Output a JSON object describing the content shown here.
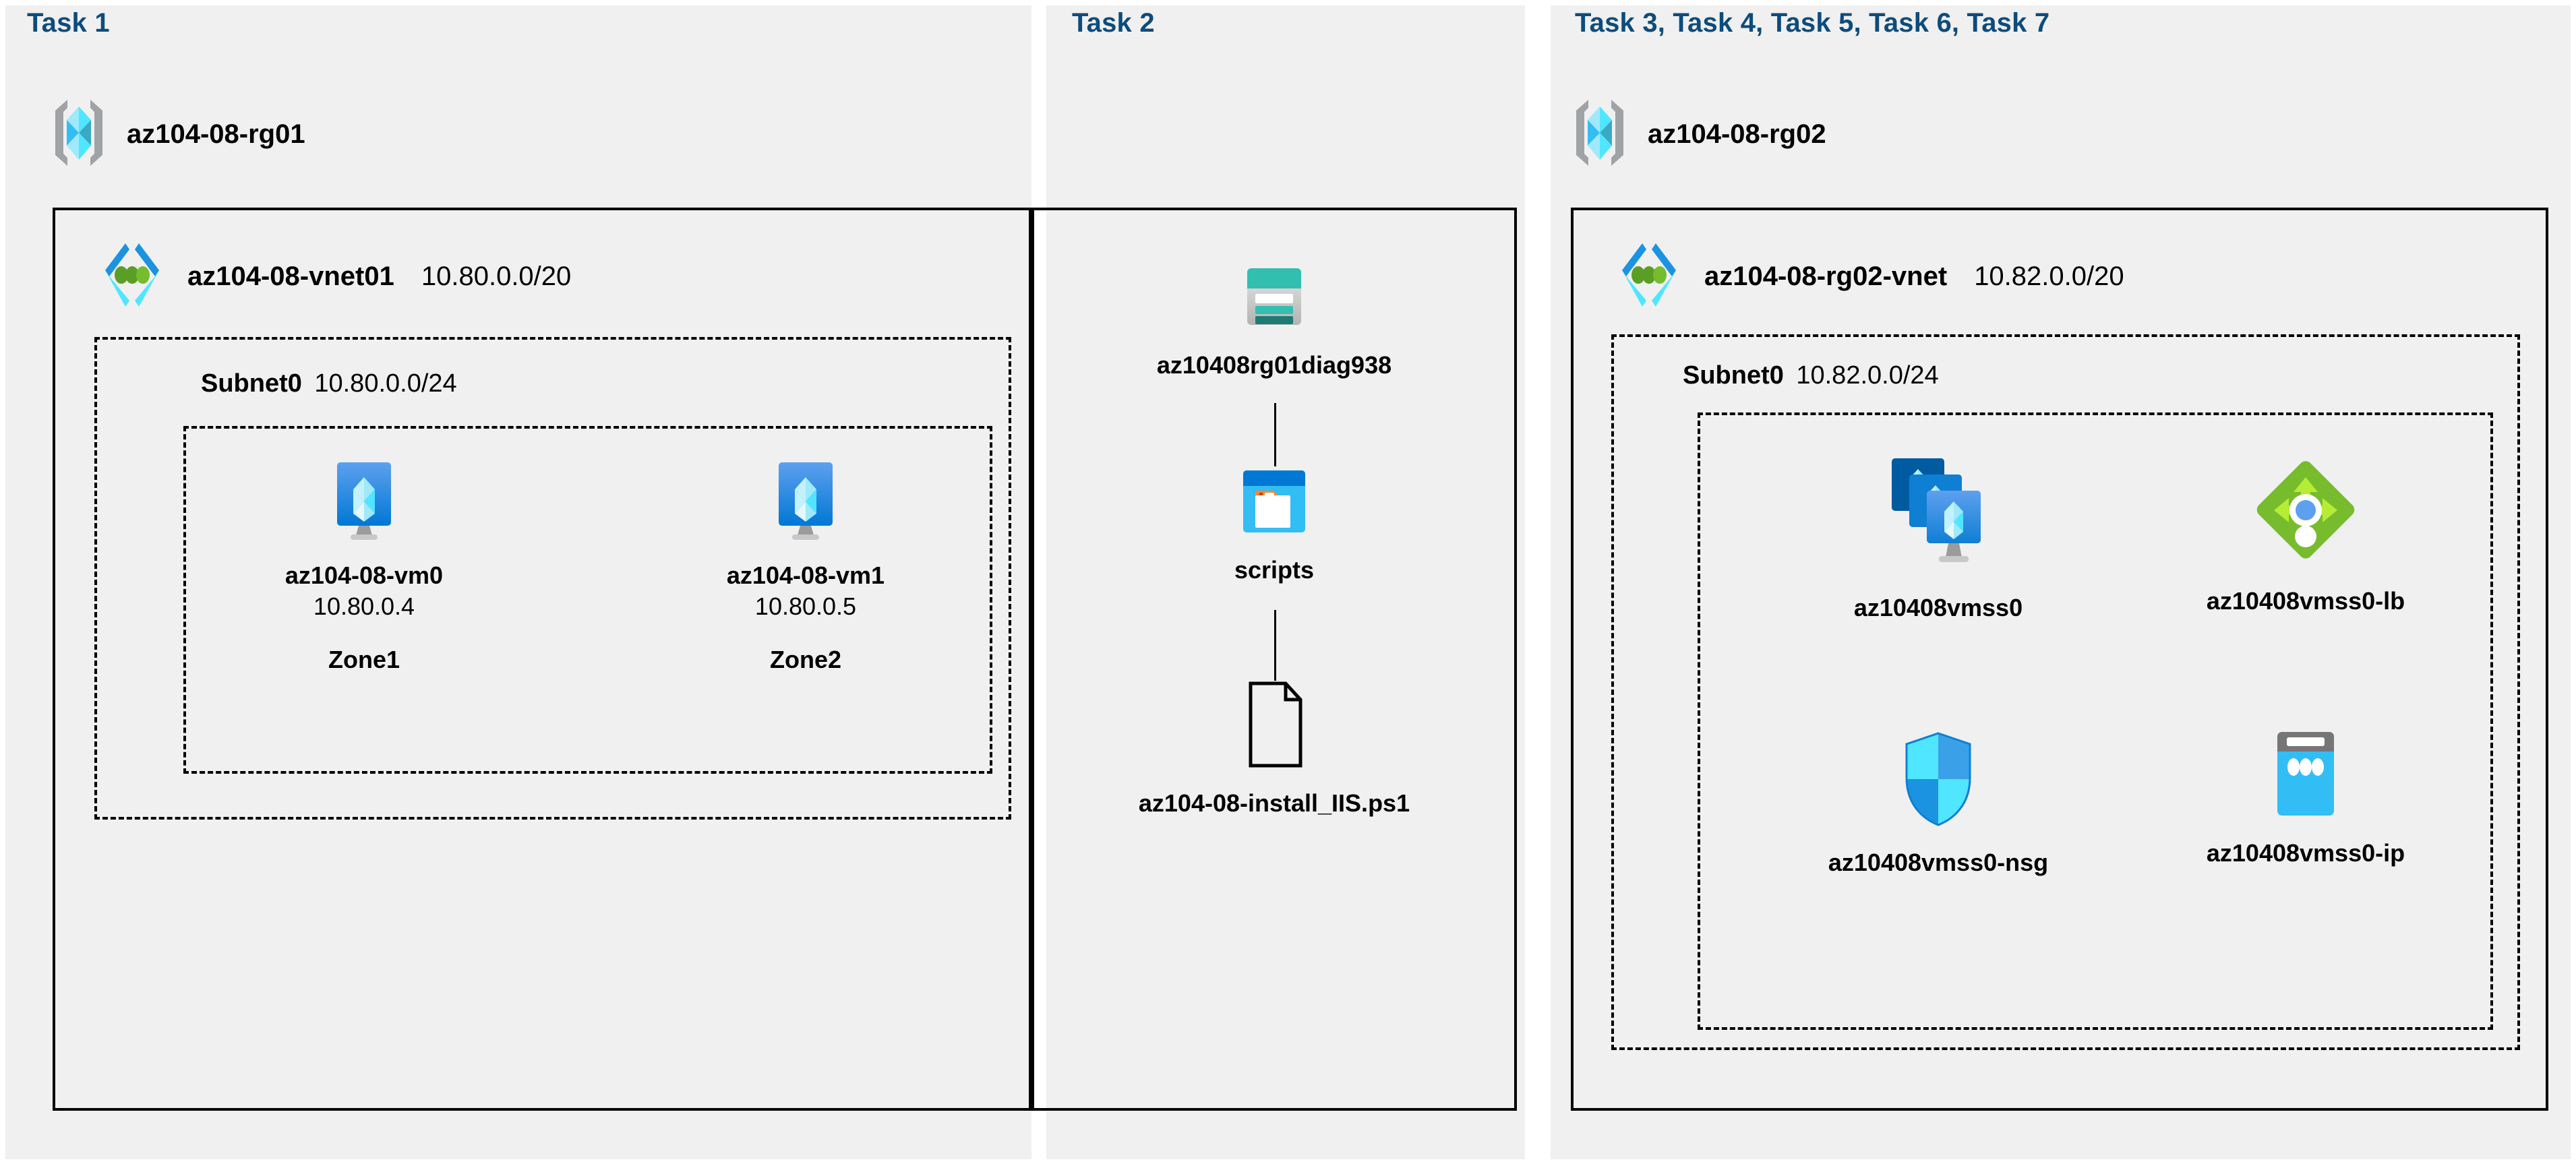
{
  "panels": [
    {
      "id": "task1",
      "title": "Task 1"
    },
    {
      "id": "task2",
      "title": "Task 2"
    },
    {
      "id": "task3",
      "title": "Task 3, Task 4, Task 5, Task 6, Task 7"
    }
  ],
  "task1": {
    "resource_group": {
      "label": "az104-08-rg01",
      "icon": "resource-group-icon"
    },
    "vnet": {
      "name": "az104-08-vnet01",
      "cidr": "10.80.0.0/20",
      "icon": "virtual-network-icon"
    },
    "subnet": {
      "name": "Subnet0",
      "cidr": "10.80.0.0/24"
    },
    "vms": [
      {
        "name": "az104-08-vm0",
        "ip": "10.80.0.4",
        "zone": "Zone1",
        "icon": "virtual-machine-icon"
      },
      {
        "name": "az104-08-vm1",
        "ip": "10.80.0.5",
        "zone": "Zone2",
        "icon": "virtual-machine-icon"
      }
    ]
  },
  "task2": {
    "storage_account": {
      "label": "az10408rg01diag938",
      "icon": "storage-account-icon"
    },
    "container": {
      "label": "scripts",
      "icon": "blob-container-icon"
    },
    "script_file": {
      "label": "az104-08-install_IIS.ps1",
      "icon": "file-icon"
    }
  },
  "task3": {
    "resource_group": {
      "label": "az104-08-rg02",
      "icon": "resource-group-icon"
    },
    "vnet": {
      "name": "az104-08-rg02-vnet",
      "cidr": "10.82.0.0/20",
      "icon": "virtual-network-icon"
    },
    "subnet": {
      "name": "Subnet0",
      "cidr": "10.82.0.0/24"
    },
    "resources": [
      {
        "label": "az10408vmss0",
        "icon": "vm-scale-set-icon"
      },
      {
        "label": "az10408vmss0-lb",
        "icon": "load-balancer-icon"
      },
      {
        "label": "az10408vmss0-nsg",
        "icon": "network-security-group-icon"
      },
      {
        "label": "az10408vmss0-ip",
        "icon": "public-ip-address-icon"
      }
    ]
  },
  "colors": {
    "panel_background": "#f0f0f0",
    "task_heading": "#0d4c7c",
    "border": "#000000",
    "azure_blue": "#0078d4",
    "azure_cyan": "#50e6ff",
    "storage_teal": "#32bfb0",
    "lb_green": "#76bc2d",
    "nsg_blue": "#32bdf5"
  }
}
